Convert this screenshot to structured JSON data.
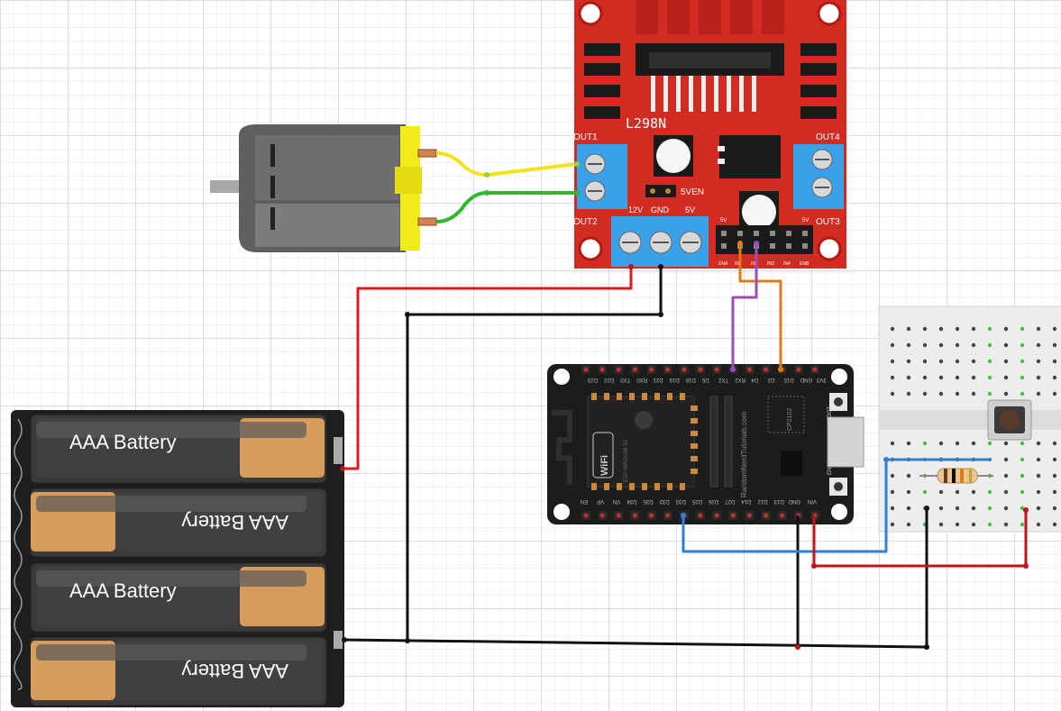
{
  "colors": {
    "l298n_board": "#d22b22",
    "esp32_board": "#1c1c1c",
    "battery_copper": "#d89b5e",
    "battery_body": "#3a3a3a",
    "motor_body": "#5f5f5f",
    "motor_cap": "#f2ea1b",
    "wire_red": "#e0181a",
    "wire_black": "#111111",
    "wire_yellow": "#f2e21a",
    "wire_green": "#2eb82e",
    "wire_orange": "#e07a16",
    "wire_purple": "#9b4fb5",
    "wire_blue": "#2f7fd6",
    "wire_darkred": "#c0131a",
    "terminal_blue": "#3aa0e8"
  },
  "l298n": {
    "chip_label": "L298N",
    "out1": "OUT1",
    "out2": "OUT2",
    "out3": "OUT3",
    "out4": "OUT4",
    "v12": "12V",
    "gnd": "GND",
    "v5": "5V",
    "sven": "5VEN",
    "small_5v_left": "5V",
    "small_5v_right": "5V",
    "header_pins": [
      "ENA",
      "IN1",
      "IN2",
      "IN3",
      "IN4",
      "ENB"
    ]
  },
  "esp32": {
    "top_pins": [
      "D23",
      "D22",
      "TX0",
      "RX0",
      "D21",
      "D19",
      "D18",
      "D5",
      "TX2",
      "RX2",
      "D4",
      "D2",
      "D15",
      "GND",
      "3V3"
    ],
    "bottom_pins": [
      "EN",
      "VP",
      "VN",
      "D34",
      "D35",
      "D32",
      "D33",
      "D25",
      "D26",
      "D27",
      "D14",
      "D12",
      "D13",
      "GND",
      "VIN"
    ],
    "wifi_label": "WiFi",
    "module_label": "ESP-WROOM-32",
    "brand": "RandomNerdTutorials.com",
    "usb_chip": "CP2102",
    "boot_label": "BOOT",
    "en_label": "EN"
  },
  "batteries": [
    {
      "label": "AAA Battery",
      "flipped": false
    },
    {
      "label": "AAA Battery",
      "flipped": true
    },
    {
      "label": "AAA Battery",
      "flipped": false
    },
    {
      "label": "AAA Battery",
      "flipped": true
    }
  ]
}
